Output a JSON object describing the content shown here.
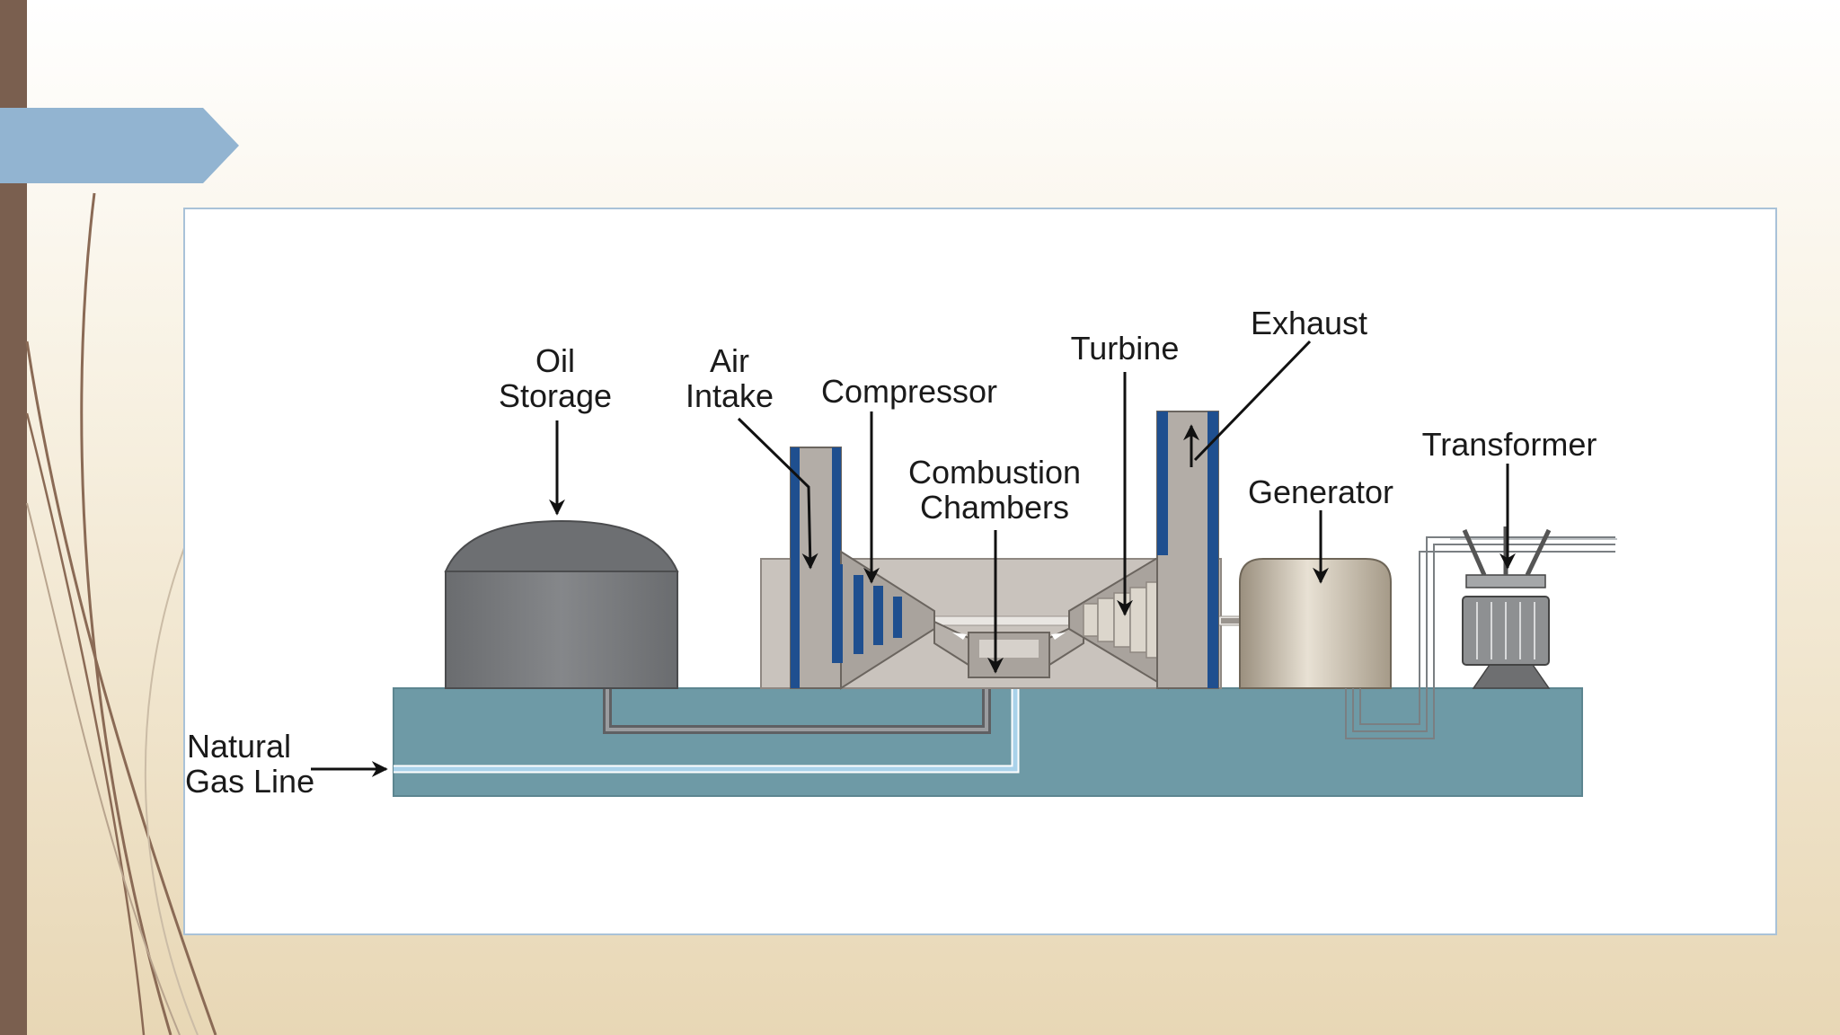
{
  "colors": {
    "left_bar": "#7a5f4f",
    "arrow_tab": "#92b4d1",
    "frame_border": "#a9c2d8",
    "slab": "#6e9aa6",
    "oil_tank": "#747679",
    "turbine_housing": "#c9c3bd",
    "blade_blue": "#1f4f8f",
    "generator": "#bdb3a3"
  },
  "diagram": {
    "labels": {
      "oil_storage": [
        "Oil",
        "Storage"
      ],
      "air_intake": [
        "Air",
        "Intake"
      ],
      "compressor": "Compressor",
      "combustion_chambers": [
        "Combustion",
        "Chambers"
      ],
      "turbine": "Turbine",
      "exhaust": "Exhaust",
      "generator": "Generator",
      "transformer": "Transformer",
      "natural_gas_line": [
        "Natural",
        "Gas Line"
      ]
    }
  }
}
